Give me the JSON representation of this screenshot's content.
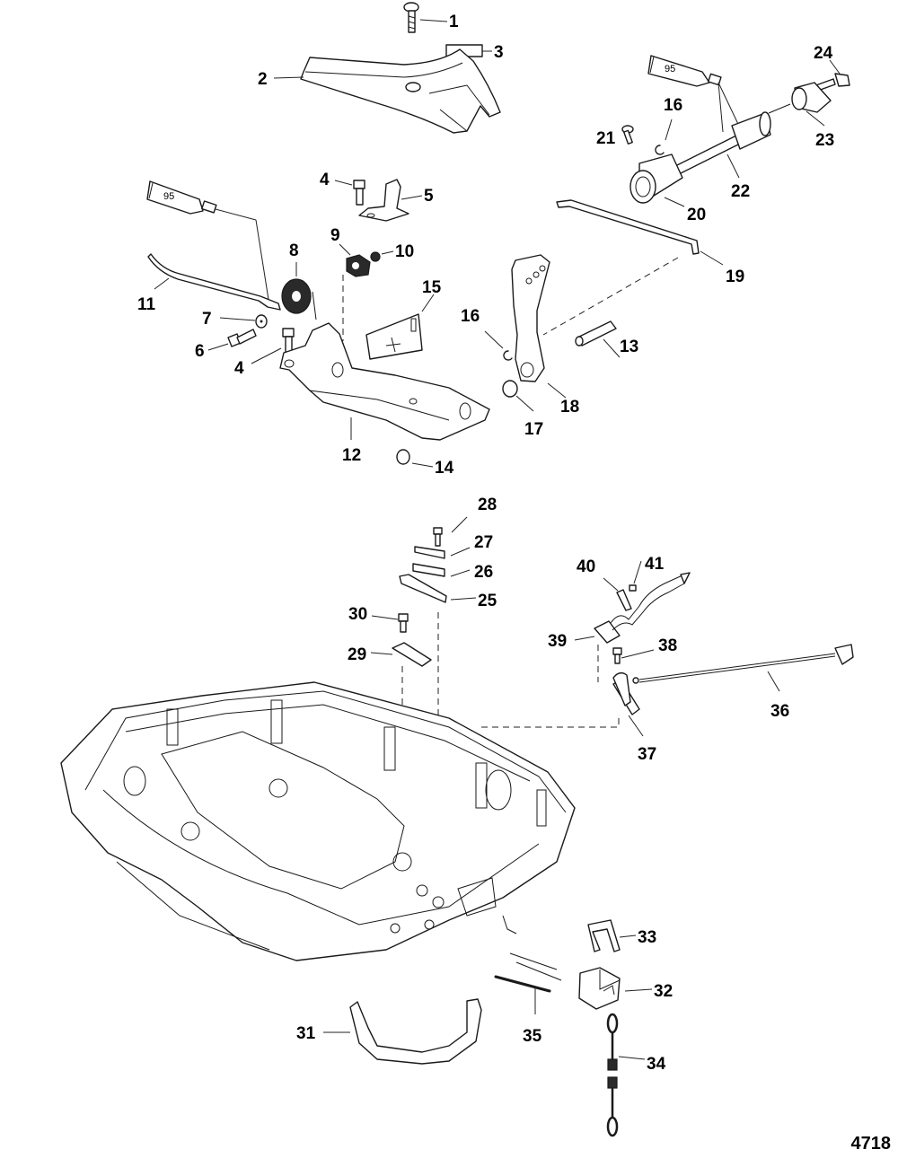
{
  "diagram": {
    "figure_number": "4718",
    "sealant_tube_label": "95",
    "callouts": {
      "c1": "1",
      "c2": "2",
      "c3": "3",
      "c4a": "4",
      "c4b": "4",
      "c5": "5",
      "c6": "6",
      "c7": "7",
      "c8": "8",
      "c9": "9",
      "c10": "10",
      "c11": "11",
      "c12": "12",
      "c13": "13",
      "c14": "14",
      "c15": "15",
      "c16a": "16",
      "c16b": "16",
      "c17": "17",
      "c18": "18",
      "c19": "19",
      "c20": "20",
      "c21": "21",
      "c22": "22",
      "c23": "23",
      "c24": "24",
      "c25": "25",
      "c26": "26",
      "c27": "27",
      "c28": "28",
      "c29": "29",
      "c30": "30",
      "c31": "31",
      "c32": "32",
      "c33": "33",
      "c34": "34",
      "c35": "35",
      "c36": "36",
      "c37": "37",
      "c38": "38",
      "c39": "39",
      "c40": "40",
      "c41": "41"
    }
  }
}
